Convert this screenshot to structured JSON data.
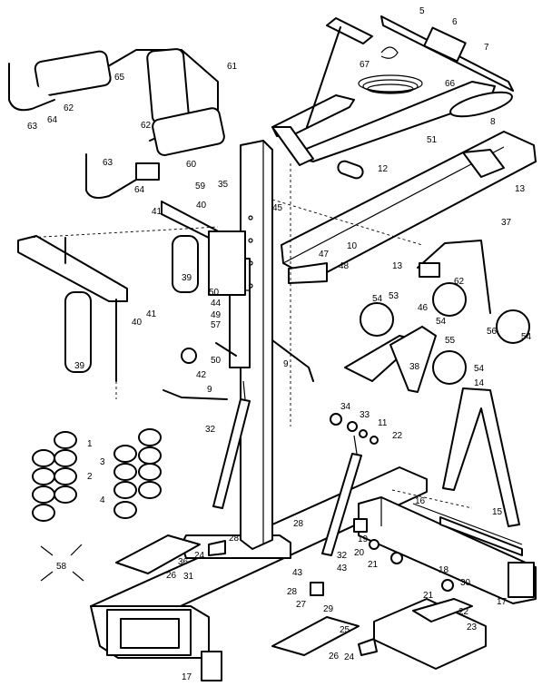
{
  "parts": [
    {
      "key": "p1",
      "text": "1"
    },
    {
      "key": "p2",
      "text": "2"
    },
    {
      "key": "p3",
      "text": "3"
    },
    {
      "key": "p4",
      "text": "4"
    },
    {
      "key": "p5",
      "text": "5"
    },
    {
      "key": "p6",
      "text": "6"
    },
    {
      "key": "p7",
      "text": "7"
    },
    {
      "key": "p8",
      "text": "8"
    },
    {
      "key": "p9a",
      "text": "9"
    },
    {
      "key": "p9b",
      "text": "9"
    },
    {
      "key": "p10",
      "text": "10"
    },
    {
      "key": "p11",
      "text": "11"
    },
    {
      "key": "p12",
      "text": "12"
    },
    {
      "key": "p13a",
      "text": "13"
    },
    {
      "key": "p13b",
      "text": "13"
    },
    {
      "key": "p14",
      "text": "14"
    },
    {
      "key": "p15",
      "text": "15"
    },
    {
      "key": "p16",
      "text": "16"
    },
    {
      "key": "p17a",
      "text": "17"
    },
    {
      "key": "p17b",
      "text": "17"
    },
    {
      "key": "p18",
      "text": "18"
    },
    {
      "key": "p19",
      "text": "19"
    },
    {
      "key": "p20",
      "text": "20"
    },
    {
      "key": "p21a",
      "text": "21"
    },
    {
      "key": "p21b",
      "text": "21"
    },
    {
      "key": "p22a",
      "text": "22"
    },
    {
      "key": "p22b",
      "text": "22"
    },
    {
      "key": "p23",
      "text": "23"
    },
    {
      "key": "p24a",
      "text": "24"
    },
    {
      "key": "p24b",
      "text": "24"
    },
    {
      "key": "p25",
      "text": "25"
    },
    {
      "key": "p26a",
      "text": "26"
    },
    {
      "key": "p26b",
      "text": "26"
    },
    {
      "key": "p27",
      "text": "27"
    },
    {
      "key": "p28a",
      "text": "28"
    },
    {
      "key": "p28b",
      "text": "28"
    },
    {
      "key": "p28c",
      "text": "28"
    },
    {
      "key": "p29",
      "text": "29"
    },
    {
      "key": "p30",
      "text": "30"
    },
    {
      "key": "p31",
      "text": "31"
    },
    {
      "key": "p32a",
      "text": "32"
    },
    {
      "key": "p32b",
      "text": "32"
    },
    {
      "key": "p33",
      "text": "33"
    },
    {
      "key": "p34",
      "text": "34"
    },
    {
      "key": "p35",
      "text": "35"
    },
    {
      "key": "p36",
      "text": "36"
    },
    {
      "key": "p37",
      "text": "37"
    },
    {
      "key": "p38",
      "text": "38"
    },
    {
      "key": "p39a",
      "text": "39"
    },
    {
      "key": "p39b",
      "text": "39"
    },
    {
      "key": "p40a",
      "text": "40"
    },
    {
      "key": "p40b",
      "text": "40"
    },
    {
      "key": "p41a",
      "text": "41"
    },
    {
      "key": "p41b",
      "text": "41"
    },
    {
      "key": "p42",
      "text": "42"
    },
    {
      "key": "p43a",
      "text": "43"
    },
    {
      "key": "p43b",
      "text": "43"
    },
    {
      "key": "p44",
      "text": "44"
    },
    {
      "key": "p45",
      "text": "45"
    },
    {
      "key": "p46",
      "text": "46"
    },
    {
      "key": "p47",
      "text": "47"
    },
    {
      "key": "p48",
      "text": "48"
    },
    {
      "key": "p49",
      "text": "49"
    },
    {
      "key": "p50a",
      "text": "50"
    },
    {
      "key": "p50b",
      "text": "50"
    },
    {
      "key": "p51",
      "text": "51"
    },
    {
      "key": "p53",
      "text": "53"
    },
    {
      "key": "p54a",
      "text": "54"
    },
    {
      "key": "p54b",
      "text": "54"
    },
    {
      "key": "p54c",
      "text": "54"
    },
    {
      "key": "p54d",
      "text": "54"
    },
    {
      "key": "p55",
      "text": "55"
    },
    {
      "key": "p56",
      "text": "56"
    },
    {
      "key": "p57",
      "text": "57"
    },
    {
      "key": "p58",
      "text": "58"
    },
    {
      "key": "p59",
      "text": "59"
    },
    {
      "key": "p60",
      "text": "60"
    },
    {
      "key": "p61",
      "text": "61"
    },
    {
      "key": "p62a",
      "text": "62"
    },
    {
      "key": "p62b",
      "text": "62"
    },
    {
      "key": "p62c",
      "text": "62"
    },
    {
      "key": "p63a",
      "text": "63"
    },
    {
      "key": "p63b",
      "text": "63"
    },
    {
      "key": "p64a",
      "text": "64"
    },
    {
      "key": "p64b",
      "text": "64"
    },
    {
      "key": "p65",
      "text": "65"
    },
    {
      "key": "p66",
      "text": "66"
    },
    {
      "key": "p67",
      "text": "67"
    }
  ]
}
